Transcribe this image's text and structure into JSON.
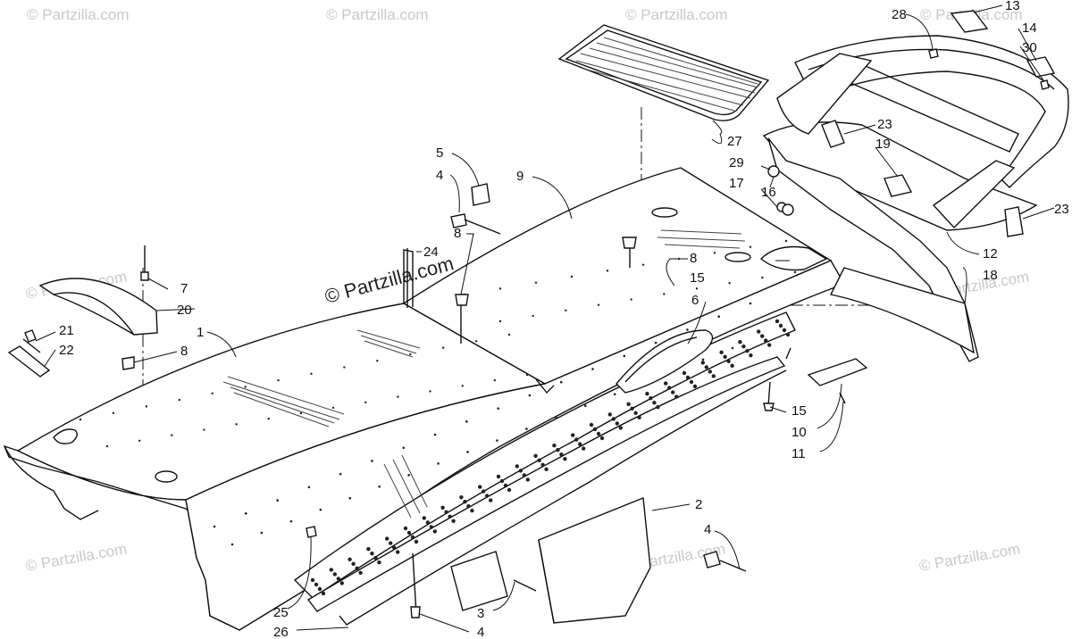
{
  "watermark": "© Partzilla.com",
  "credit": "© Partzilla.com",
  "callouts": {
    "c1": "1",
    "c2": "2",
    "c3": "3",
    "c4a": "4",
    "c4b": "4",
    "c4c": "4",
    "c5": "5",
    "c6": "6",
    "c7": "7",
    "c8a": "8",
    "c8b": "8",
    "c8c": "8",
    "c9": "9",
    "c10": "10",
    "c11": "11",
    "c12": "12",
    "c13": "13",
    "c14": "14",
    "c15a": "15",
    "c15b": "15",
    "c16": "16",
    "c17": "17",
    "c18": "18",
    "c19": "19",
    "c20": "20",
    "c21": "21",
    "c22": "22",
    "c23a": "23",
    "c23b": "23",
    "c24": "24",
    "c25": "25",
    "c26": "26",
    "c27": "27",
    "c28": "28",
    "c29": "29",
    "c30": "30"
  },
  "colors": {
    "line": "#111111",
    "watermark": "#c8c8c8",
    "background": "#ffffff"
  }
}
